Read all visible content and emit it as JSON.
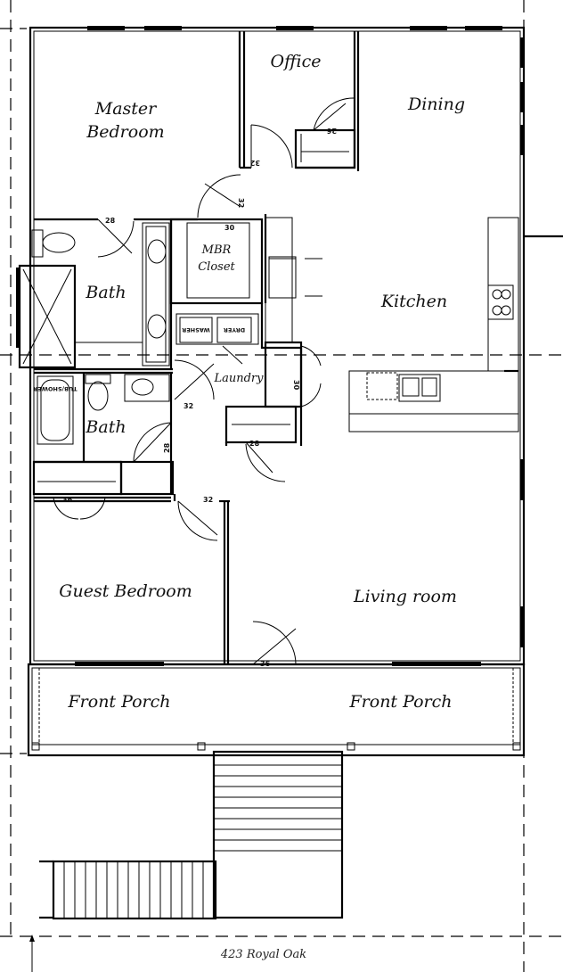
{
  "rooms": {
    "master_bedroom": [
      "Master",
      "Bedroom"
    ],
    "office": "Office",
    "dining": "Dining",
    "mbr_closet": [
      "MBR",
      "Closet"
    ],
    "master_bath": "Bath",
    "kitchen": "Kitchen",
    "laundry": "Laundry",
    "hall_bath": "Bath",
    "guest_bedroom": "Guest Bedroom",
    "living_room": "Living room",
    "front_porch_left": "Front Porch",
    "front_porch_right": "Front Porch"
  },
  "door_labels": {
    "office_closet": "26",
    "office_door": "32",
    "mbr_door": "32",
    "mbath_door": "28",
    "closet_door": "30",
    "laundry_door": "32",
    "pantry_door": "30",
    "hall_closet": "28",
    "hall_bath_door": "28",
    "linen_closet": "36",
    "guest_door": "32",
    "front_door": "36"
  },
  "appliances": {
    "tub_shower": "TUB/SHOWER",
    "washer": "WASHER",
    "dryer": "DRYER"
  },
  "caption": "423 Royal Oak"
}
